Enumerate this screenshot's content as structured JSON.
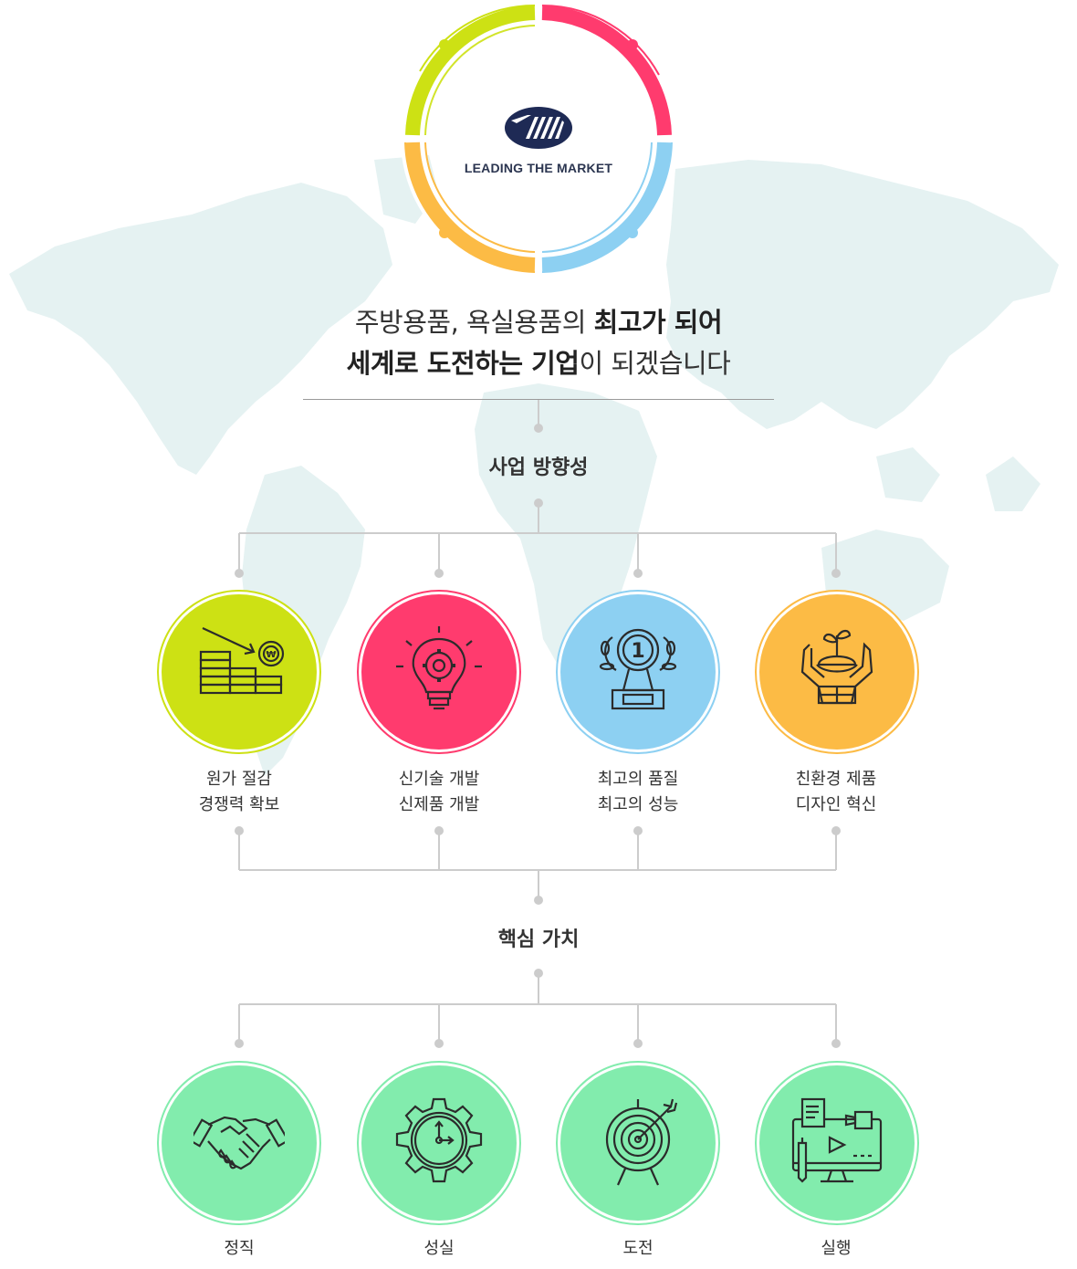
{
  "logo": {
    "tagline": "LEADING THE MARKET"
  },
  "mission": {
    "line1_plain": "주방용품, 욕실용품의 ",
    "line1_bold": "최고가 되어",
    "line2_bold": "세계로 도전하는 기업",
    "line2_plain": "이 되겠습니다"
  },
  "direction": {
    "title": "사업 방향성",
    "items": [
      {
        "icon": "coin-stack-icon",
        "color": "#cde114",
        "line1": "원가 절감",
        "line2": "경쟁력 확보"
      },
      {
        "icon": "lightbulb-gear-icon",
        "color": "#ff3b6e",
        "line1": "신기술 개발",
        "line2": "신제품 개발"
      },
      {
        "icon": "trophy-icon",
        "color": "#8dd0f2",
        "line1": "최고의 품질",
        "line2": "최고의 성능"
      },
      {
        "icon": "plant-hands-icon",
        "color": "#fcbb45",
        "line1": "친환경 제품",
        "line2": "디자인 혁신"
      }
    ]
  },
  "values": {
    "title": "핵심 가치",
    "items": [
      {
        "icon": "handshake-icon",
        "color": "#82ecad",
        "label": "정직"
      },
      {
        "icon": "gear-clock-icon",
        "color": "#82ecad",
        "label": "성실"
      },
      {
        "icon": "target-icon",
        "color": "#82ecad",
        "label": "도전"
      },
      {
        "icon": "monitor-icon",
        "color": "#82ecad",
        "label": "실행"
      }
    ]
  },
  "colors": {
    "ring_green": "#cde114",
    "ring_red": "#ff3b6e",
    "ring_blue": "#8dd0f2",
    "ring_orange": "#fcbb45",
    "logo_navy": "#1e2a55",
    "map": "#e6f3f3"
  }
}
